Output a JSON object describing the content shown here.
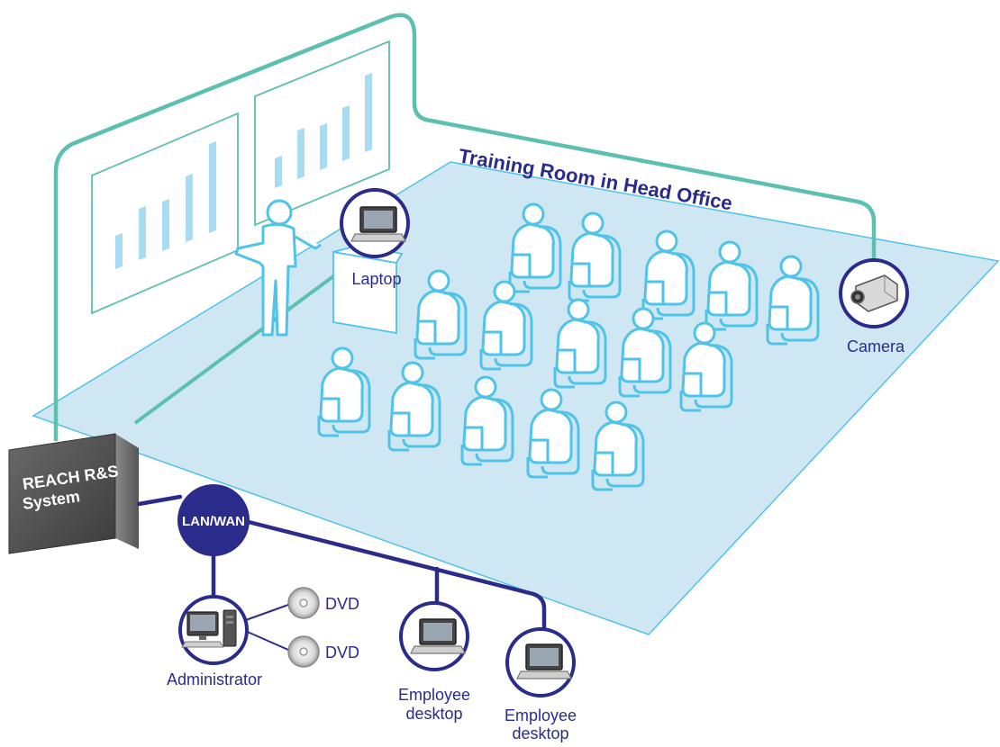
{
  "diagram": {
    "title": "Training Room in Head Office",
    "system": {
      "line1": "REACH R&S",
      "line2": "System"
    },
    "network": "LAN/WAN",
    "laptop": "Laptop",
    "camera": "Camera",
    "administrator": "Administrator",
    "dvd1": "DVD",
    "dvd2": "DVD",
    "employee1": {
      "line1": "Employee",
      "line2": "desktop"
    },
    "employee2": {
      "line1": "Employee",
      "line2": "desktop"
    },
    "colors": {
      "floor": "#cfe7f2",
      "floor_edge": "#4fc3e8",
      "wall": "#5cc0b0",
      "navy": "#2b2b8c",
      "bars": "#a8dcf2",
      "box": "#555555"
    }
  }
}
